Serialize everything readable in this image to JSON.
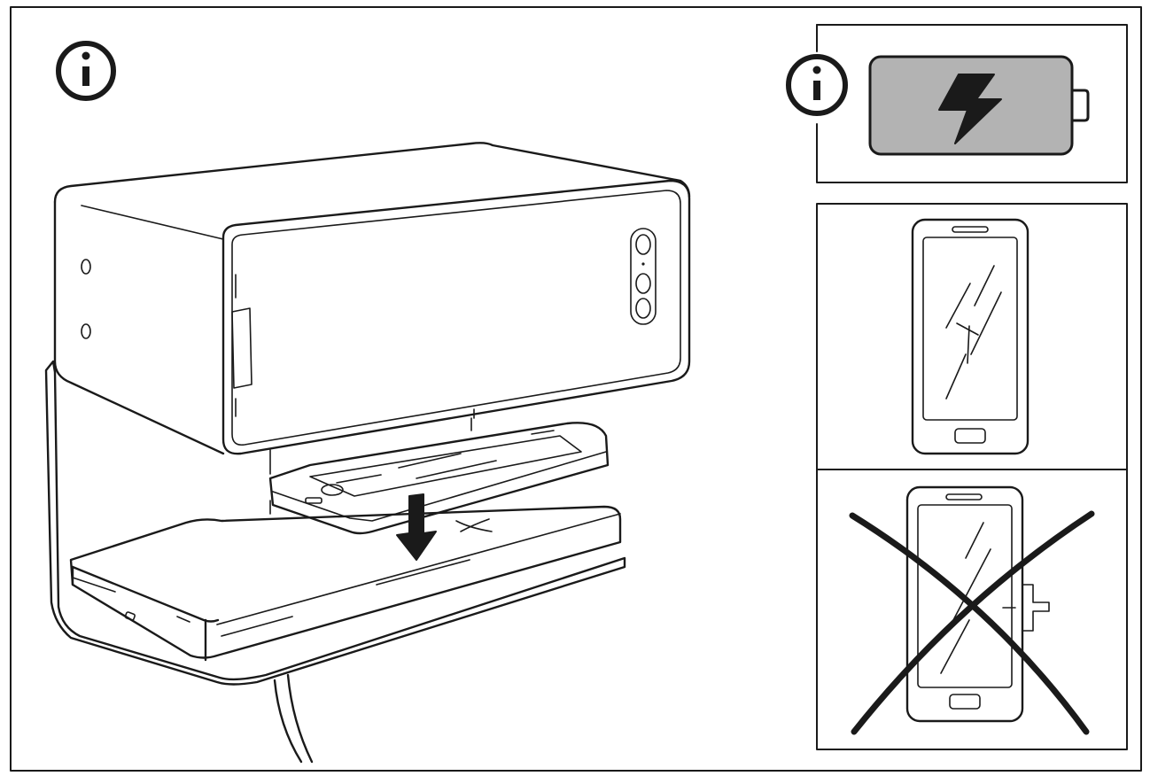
{
  "colors": {
    "ink": "#1a1a1a",
    "paper": "#ffffff",
    "battery_fill": "#b3b3b3"
  },
  "icons": {
    "main_info": "info-icon",
    "battery_info": "info-icon",
    "battery": "charging-battery-icon",
    "bolt": "lightning-bolt-icon",
    "phone_ok": "smartphone-icon",
    "phone_wrong": "smartphone-icon",
    "wrong_mark": "cross-mark-icon"
  },
  "panels": {
    "battery": "charging-indicator",
    "correct": "phone-without-case",
    "incorrect": "phone-with-case-not-allowed"
  }
}
